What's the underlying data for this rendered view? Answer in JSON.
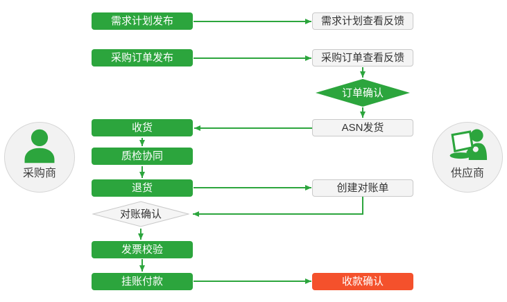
{
  "diagram": {
    "type": "flowchart",
    "subject": "procurement-collaboration-process"
  },
  "colors": {
    "process_green": "#2ca53d",
    "terminal_red": "#f4512c",
    "feedback_box_bg": "#f4f4f4",
    "feedback_box_border": "#c9c9c9",
    "dark_text": "#333333",
    "actor_circle_bg": "#f2f2f2"
  },
  "actors": {
    "buyer": {
      "label": "采购商"
    },
    "supplier": {
      "label": "供应商"
    }
  },
  "nodes": {
    "demand_plan_publish": {
      "label": "需求计划发布",
      "type": "process"
    },
    "demand_plan_feedback": {
      "label": "需求计划查看反馈",
      "type": "process"
    },
    "purchase_order_publish": {
      "label": "采购订单发布",
      "type": "process"
    },
    "purchase_order_feedback": {
      "label": "采购订单查看反馈",
      "type": "process"
    },
    "order_confirm": {
      "label": "订单确认",
      "type": "decision"
    },
    "asn_shipping": {
      "label": "ASN发货",
      "type": "process"
    },
    "receiving": {
      "label": "收货",
      "type": "process"
    },
    "quality_inspection": {
      "label": "质检协同",
      "type": "process"
    },
    "returns": {
      "label": "退货",
      "type": "process"
    },
    "create_statement": {
      "label": "创建对账单",
      "type": "process"
    },
    "statement_confirm": {
      "label": "对账确认",
      "type": "decision"
    },
    "invoice_verification": {
      "label": "发票校验",
      "type": "process"
    },
    "booked_payment": {
      "label": "挂账付款",
      "type": "process"
    },
    "payment_received_confirm": {
      "label": "收款确认",
      "type": "terminal"
    }
  },
  "edges": [
    {
      "from": "demand_plan_publish",
      "to": "demand_plan_feedback"
    },
    {
      "from": "purchase_order_publish",
      "to": "purchase_order_feedback"
    },
    {
      "from": "purchase_order_feedback",
      "to": "order_confirm"
    },
    {
      "from": "order_confirm",
      "to": "asn_shipping"
    },
    {
      "from": "asn_shipping",
      "to": "receiving"
    },
    {
      "from": "receiving",
      "to": "quality_inspection"
    },
    {
      "from": "quality_inspection",
      "to": "returns"
    },
    {
      "from": "returns",
      "to": "create_statement"
    },
    {
      "from": "create_statement",
      "to": "statement_confirm"
    },
    {
      "from": "statement_confirm",
      "to": "invoice_verification"
    },
    {
      "from": "invoice_verification",
      "to": "booked_payment"
    },
    {
      "from": "booked_payment",
      "to": "payment_received_confirm"
    }
  ]
}
